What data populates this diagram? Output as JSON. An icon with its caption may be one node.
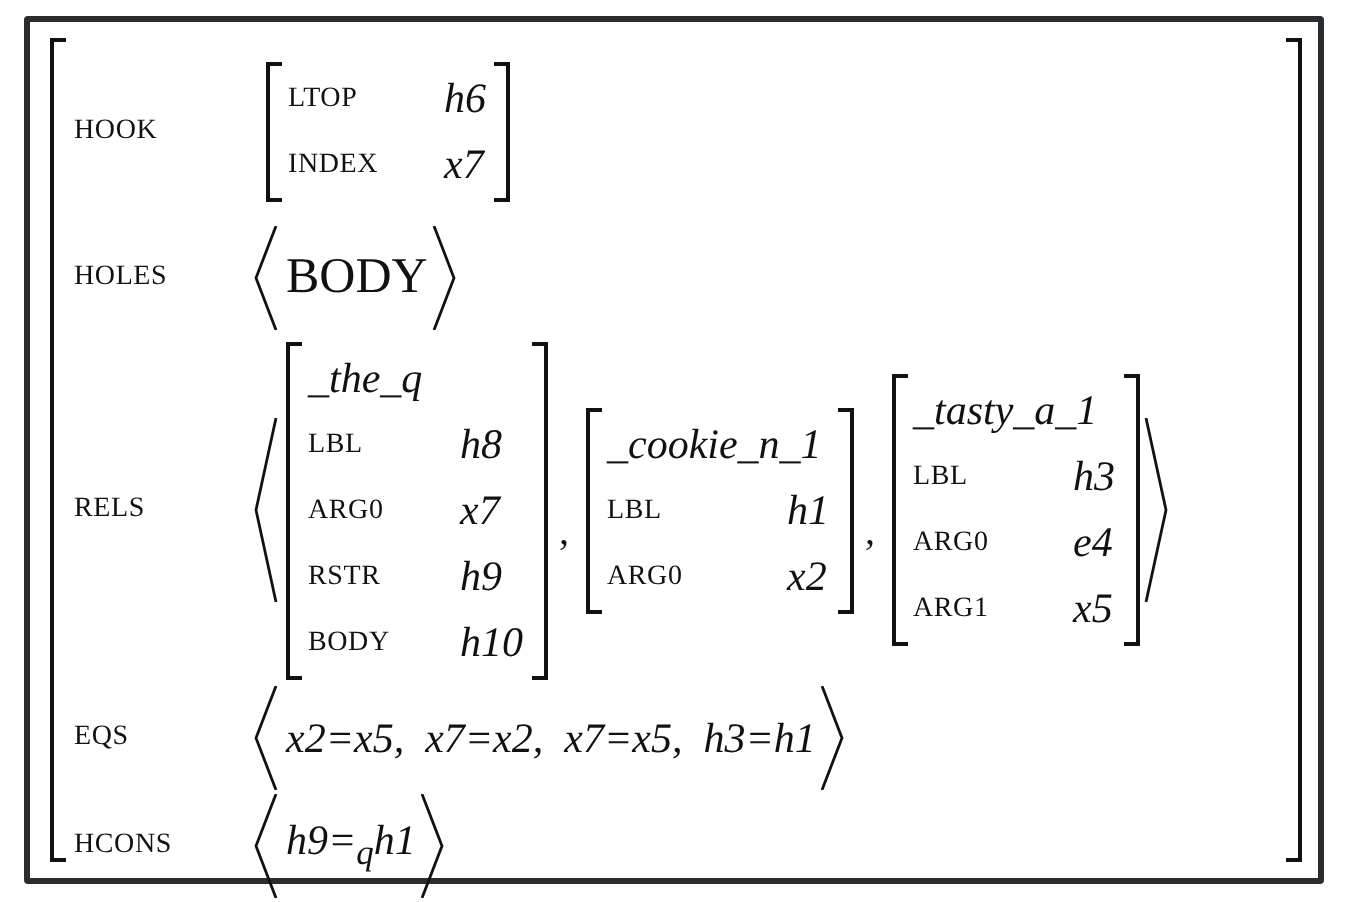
{
  "diagram": {
    "nodes": [
      {
        "text": [
          "HOOK",
          "HOLES",
          "BODY",
          "RELS",
          "EQS",
          "x2=x5, x7=x2, x7=x5, h3=h1",
          "HCONS",
          "h9=$_{q}$h1"
        ]
      },
      {
        "text": [
          "LTOP",
          "h6",
          "INDEX",
          "x7"
        ],
        "in": 0
      },
      {
        "text": [
          "_the_q",
          "LBL",
          "h8",
          "ARG0",
          "x7",
          "RSTR",
          "h9",
          "BODY",
          "h10"
        ],
        "in": 0
      },
      {
        "text": [
          "_cookie_n_1",
          "LBL",
          "h1",
          "ARG0",
          "x2"
        ],
        "in": 0
      },
      {
        "text": [
          "_tasty_a_1",
          "LBL",
          "h3",
          "ARG0",
          "e4",
          "ARG1",
          "x5"
        ],
        "in": 0
      }
    ],
    "labels": [
      ",",
      ","
    ]
  }
}
